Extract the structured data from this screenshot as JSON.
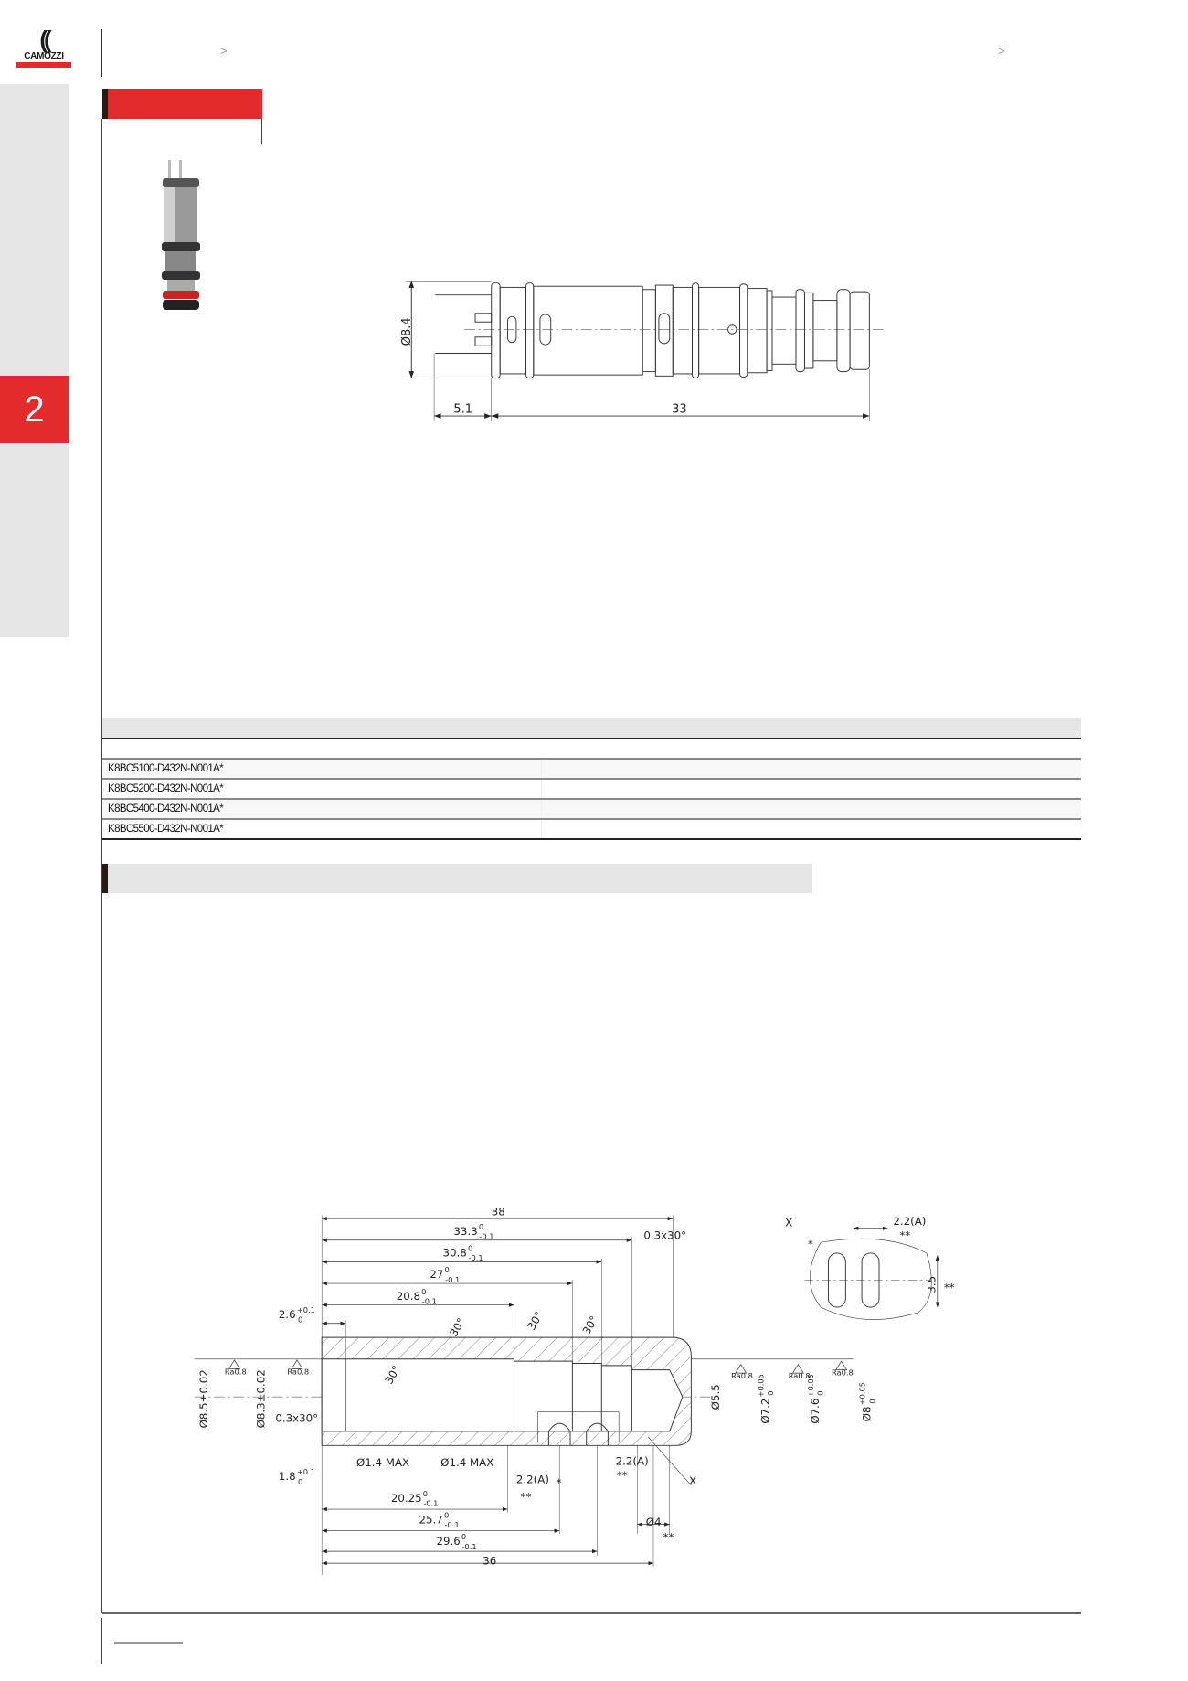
{
  "header": {
    "logo_text": "CAMOZZI",
    "breadcrumb_separators": [
      ">",
      ">"
    ]
  },
  "sidebar": {
    "chapter_number": "2"
  },
  "colors": {
    "brand_red": "#e42b2b",
    "panel_gray": "#e6e6e6",
    "bar_dark": "#2a1a14"
  },
  "drawing1": {
    "labels": {
      "diameter": "Ø8.4",
      "pin_length": "5.1",
      "body_length": "33"
    }
  },
  "table": {
    "rows": [
      {
        "code": "K8BC5100-D432N-N001A*"
      },
      {
        "code": "K8BC5200-D432N-N001A*"
      },
      {
        "code": "K8BC5400-D432N-N001A*"
      },
      {
        "code": "K8BC5500-D432N-N001A*"
      }
    ]
  },
  "drawing2": {
    "labels": {
      "l38": {
        "v": "38"
      },
      "l333": {
        "v": "33.3",
        "u": "0",
        "l": "-0.1"
      },
      "chamf1": {
        "v": "0.3x30°"
      },
      "l308": {
        "v": "30.8",
        "u": "0",
        "l": "-0.1"
      },
      "l27": {
        "v": "27",
        "u": "0",
        "l": "-0.1"
      },
      "l208": {
        "v": "20.8",
        "u": "0",
        "l": "-0.1"
      },
      "l26": {
        "v": "2.6",
        "u": "+0.1",
        "l": "0"
      },
      "a1": {
        "v": "30°"
      },
      "a2": {
        "v": "30°"
      },
      "a3": {
        "v": "30°"
      },
      "a4": {
        "v": "30°"
      },
      "ra1": {
        "v": "Ra0.8"
      },
      "ra2": {
        "v": "Ra0.8"
      },
      "ra3": {
        "v": "Ra0.8"
      },
      "ra4": {
        "v": "Ra0.8"
      },
      "ra5": {
        "v": "Ra0.8"
      },
      "d85": {
        "v": "Ø8.5±0.02"
      },
      "d83": {
        "v": "Ø8.3±0.02"
      },
      "chamf2": {
        "v": "0.3x30°"
      },
      "d14a": {
        "v": "Ø1.4 MAX"
      },
      "d14b": {
        "v": "Ø1.4 MAX"
      },
      "l18": {
        "v": "1.8",
        "u": "+0.1",
        "l": "0"
      },
      "w22a": {
        "v": "2.2(A)"
      },
      "s1": {
        "v": "**"
      },
      "s2": {
        "v": "*"
      },
      "w22b": {
        "v": "2.2(A)"
      },
      "s3": {
        "v": "**"
      },
      "x1": {
        "v": "X"
      },
      "l2025": {
        "v": "20.25",
        "u": "0",
        "l": "-0.1"
      },
      "l257": {
        "v": "25.7",
        "u": "0",
        "l": "-0.1"
      },
      "d4": {
        "v": "Ø4"
      },
      "s4": {
        "v": "**"
      },
      "l296": {
        "v": "29.6",
        "u": "0",
        "l": "-0.1"
      },
      "l36": {
        "v": "36"
      },
      "d55": {
        "v": "Ø5.5"
      },
      "d72": {
        "v": "Ø7.2",
        "u": "+0.05",
        "l": "0"
      },
      "d76": {
        "v": "Ø7.6",
        "u": "+0.05",
        "l": "0"
      },
      "d8": {
        "v": "Ø8",
        "u": "+0.05",
        "l": "0"
      },
      "x2": {
        "v": "X"
      },
      "w22c": {
        "v": "2.2(A)"
      },
      "s5": {
        "v": "**"
      },
      "s6": {
        "v": "*"
      },
      "h35": {
        "v": "3.5"
      },
      "s7": {
        "v": "**"
      }
    }
  }
}
